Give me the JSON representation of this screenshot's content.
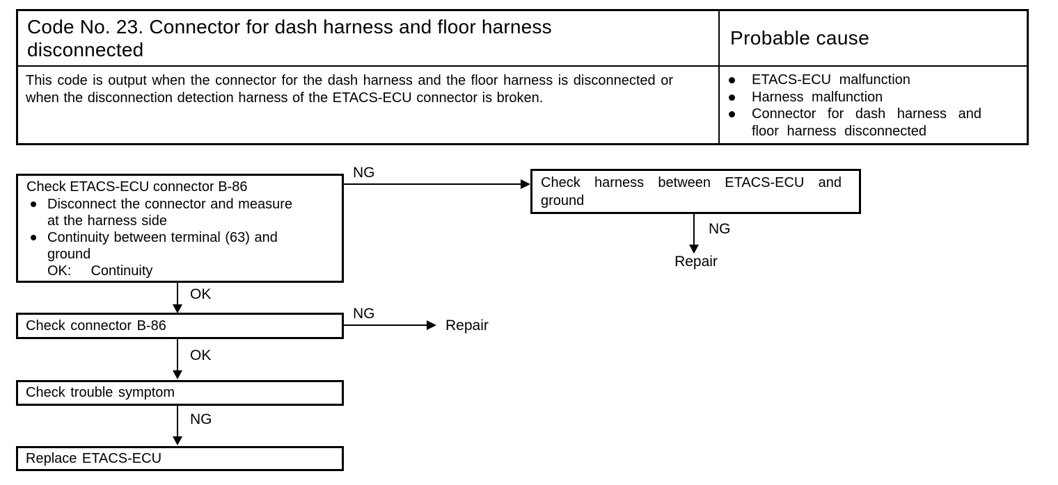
{
  "colors": {
    "ink": "#000000",
    "paper": "#ffffff"
  },
  "table": {
    "title": "Code No. 23. Connector for dash harness and floor harness disconnected",
    "probable_cause_header": "Probable cause",
    "description": "This code is output when the connector for the dash harness and the floor harness is disconnected or when the disconnection detection harness of the ETACS-ECU connector is broken.",
    "causes": [
      "ETACS-ECU malfunction",
      "Harness malfunction",
      "Connector for dash harness and floor harness disconnected"
    ]
  },
  "flowchart": {
    "box_check_etacs_connector": {
      "title": "Check ETACS-ECU connector B-86",
      "bullets": [
        "Disconnect the connector and measure at the harness side",
        "Continuity between terminal (63) and ground"
      ],
      "ok_label": "OK:",
      "ok_value": "Continuity"
    },
    "box_check_harness": {
      "text": "Check harness between ETACS-ECU and ground"
    },
    "box_check_connector": {
      "text": "Check connector B-86"
    },
    "box_check_trouble_symptom": {
      "text": "Check trouble symptom"
    },
    "box_replace_ecu": {
      "text": "Replace ETACS-ECU"
    },
    "edges": {
      "etacs_to_harness_label": "NG",
      "harness_to_repair_label": "NG",
      "etacs_to_connector_label": "OK",
      "connector_to_repair_label": "NG",
      "connector_to_symptom_label": "OK",
      "symptom_to_replace_label": "NG"
    },
    "terminals": {
      "repair_under_harness": "Repair",
      "repair_after_connector": "Repair"
    }
  }
}
